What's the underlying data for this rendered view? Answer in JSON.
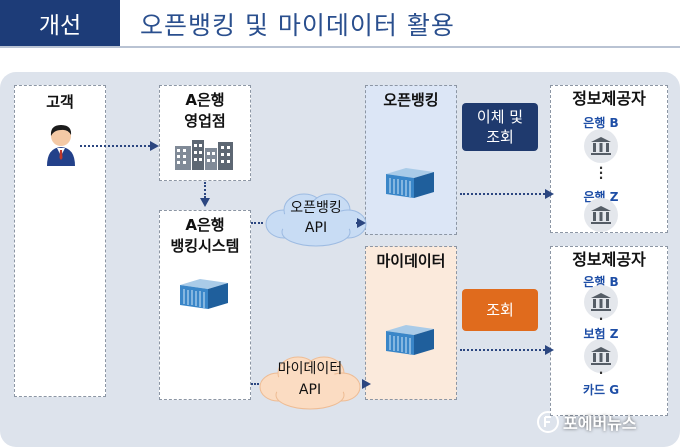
{
  "header": {
    "tag": "개선",
    "title": "오픈뱅킹 및 마이데이터 활용"
  },
  "nodes": {
    "customer": "고객",
    "branch": [
      "A은행",
      "영업점"
    ],
    "banking_system": [
      "A은행",
      "뱅킹시스템"
    ],
    "openbanking": "오픈뱅킹",
    "mydata": "마이데이터"
  },
  "apis": {
    "openbanking": [
      "오픈뱅킹",
      "API"
    ],
    "mydata": [
      "마이데이터",
      "API"
    ]
  },
  "actions": {
    "transfer": [
      "이체 및",
      "조회"
    ],
    "inquiry": "조회"
  },
  "providers_top": {
    "title": "정보제공자",
    "items": [
      "은행 B",
      "은행 Z"
    ]
  },
  "providers_bottom": {
    "title": "정보제공자",
    "items": [
      "은행 B",
      "보험 Z",
      "카드 G"
    ]
  },
  "watermark": "포에버뉴스",
  "colors": {
    "header_bg": "#1d3c78",
    "transfer_pill": "#1f3a6e",
    "inquiry_pill": "#e06b1d",
    "arrow": "#2b4680"
  }
}
